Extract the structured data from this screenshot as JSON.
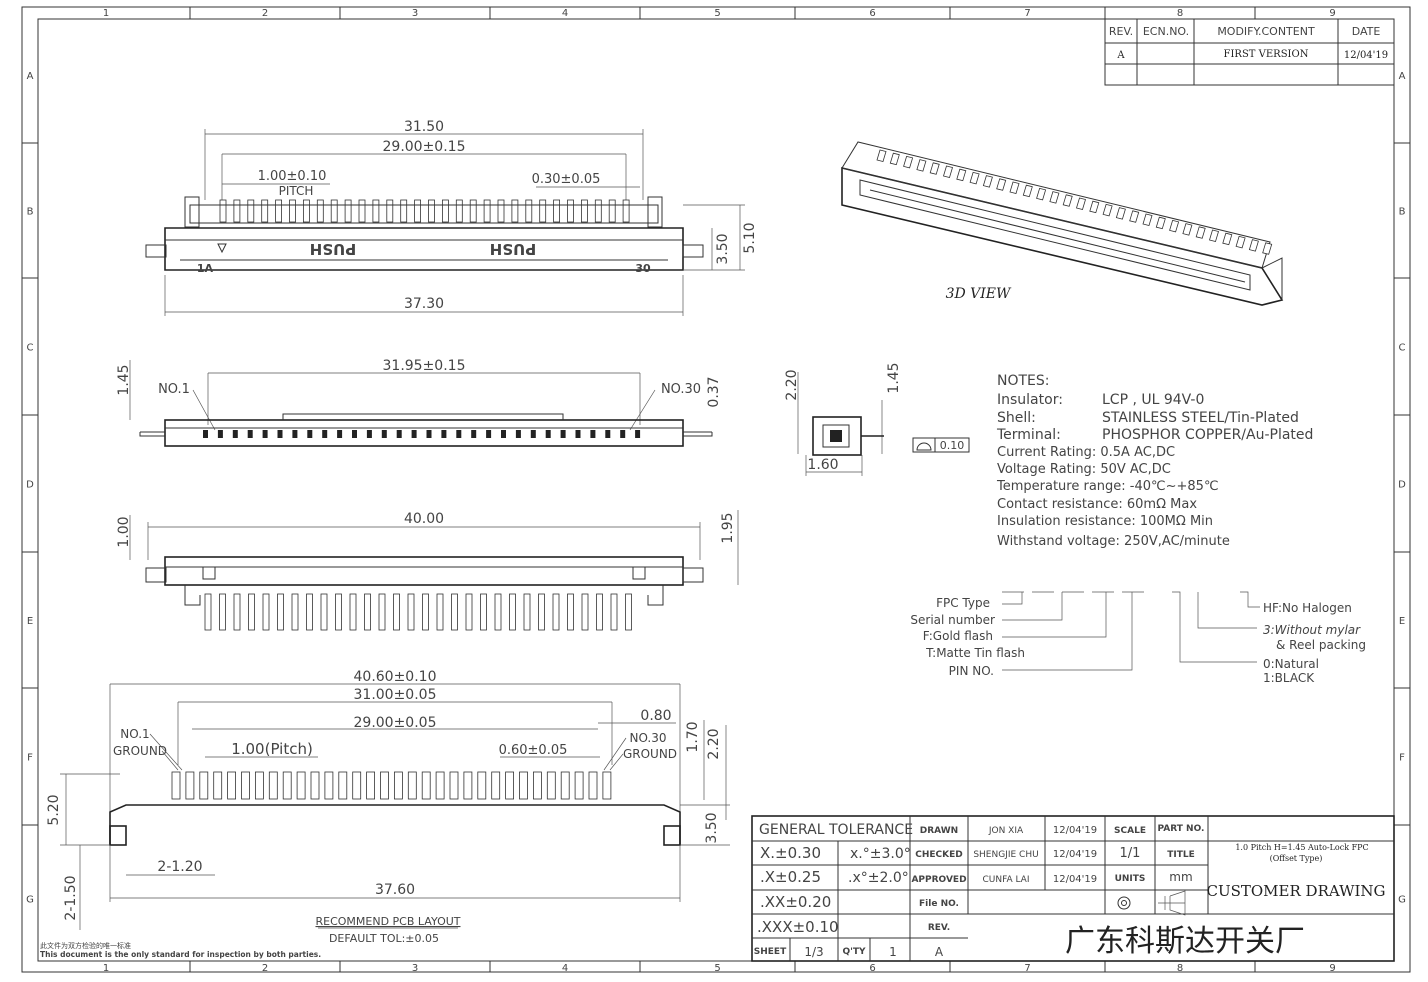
{
  "frame": {
    "col_labels": [
      "1",
      "2",
      "3",
      "4",
      "5",
      "6",
      "7",
      "8",
      "9"
    ],
    "row_labels": [
      "A",
      "B",
      "C",
      "D",
      "E",
      "F",
      "G"
    ]
  },
  "revision": {
    "headers": [
      "REV.",
      "ECN.NO.",
      "MODIFY.CONTENT",
      "DATE"
    ],
    "rows": [
      [
        "A",
        "",
        "FIRST VERSION",
        "12/04'19"
      ]
    ]
  },
  "top_view": {
    "dims": [
      "31.50",
      "29.00±0.15",
      "1.00±0.10",
      "PITCH",
      "0.30±0.05",
      "3.50",
      "5.10",
      "37.30"
    ],
    "push_labels": [
      "PUSH",
      "PUSH"
    ],
    "pin_marks": [
      "1A",
      "30"
    ]
  },
  "front_view": {
    "dims": [
      "1.45",
      "31.95±0.15",
      "0.37"
    ],
    "labels": [
      "NO.1",
      "NO.30"
    ]
  },
  "side_section": {
    "dims": [
      "2.20",
      "1.45",
      "1.60"
    ],
    "flatness": "0.10"
  },
  "rear_view": {
    "dims": [
      "1.00",
      "40.00",
      "1.95"
    ]
  },
  "view_3d_label": "3D VIEW",
  "notes": {
    "title": "NOTES:",
    "lines": [
      [
        "Insulator:",
        "LCP , UL 94V-0"
      ],
      [
        "Shell:",
        "STAINLESS STEEL/Tin-Plated"
      ],
      [
        "Terminal:",
        "PHOSPHOR COPPER/Au-Plated"
      ]
    ],
    "specs": [
      "Current Rating: 0.5A AC,DC",
      "Voltage Rating: 50V AC,DC",
      "Temperature range: -40℃~+85℃",
      "Contact resistance: 60mΩ Max",
      "Insulation resistance: 100MΩ Min",
      "Withstand voltage: 250V,AC/minute"
    ]
  },
  "part_code": {
    "left": [
      "FPC Type",
      "Serial number",
      "F:Gold flash",
      "T:Matte Tin flash",
      "PIN NO."
    ],
    "right": [
      "HF:No Halogen",
      "3:Without mylar",
      "& Reel packing",
      "0:Natural",
      "1:BLACK"
    ]
  },
  "pcb_layout": {
    "dims": [
      "40.60±0.10",
      "31.00±0.05",
      "29.00±0.05",
      "0.80",
      "1.70",
      "2.20",
      "1.00(Pitch)",
      "0.60±0.05",
      "5.20",
      "3.50",
      "2-1.20",
      "37.60",
      "2-1.50"
    ],
    "labels": [
      "NO.1",
      "GROUND",
      "NO.30",
      "GROUND"
    ],
    "caption": "RECOMMEND PCB LAYOUT",
    "tolerance": "DEFAULT TOL:±0.05"
  },
  "footer_notes": {
    "cn": "此文件为双方检验的唯一标准",
    "en": "This document is the only standard for inspection by both parties."
  },
  "title_block": {
    "general_tolerance": "GENERAL TOLERANCE",
    "tol_rows": [
      [
        "X.±0.30",
        "x.°±3.0°"
      ],
      [
        ".X±0.25",
        ".x°±2.0°"
      ],
      [
        ".XX±0.20",
        ""
      ],
      [
        ".XXX±0.10",
        ""
      ]
    ],
    "roles": [
      [
        "DRAWN",
        "JON XIA",
        "12/04'19"
      ],
      [
        "CHECKED",
        "SHENGJIE CHU",
        "12/04'19"
      ],
      [
        "APPROVED",
        "CUNFA LAI",
        "12/04'19"
      ]
    ],
    "scale_label": "SCALE",
    "scale": "1/1",
    "units_label": "UNITS",
    "units": "mm",
    "part_no_label": "PART NO.",
    "title_label": "TITLE",
    "title": "1.0 Pitch H=1.45 Auto-Lock FPC",
    "title2": "(Offset Type)",
    "drawing_kind": "CUSTOMER DRAWING",
    "file_no_label": "File NO.",
    "rev_label": "REV.",
    "rev": "A",
    "sheet_label": "SHEET",
    "sheet": "1/3",
    "qty_label": "Q'TY",
    "qty": "1",
    "company": "广东科斯达开关厂"
  }
}
